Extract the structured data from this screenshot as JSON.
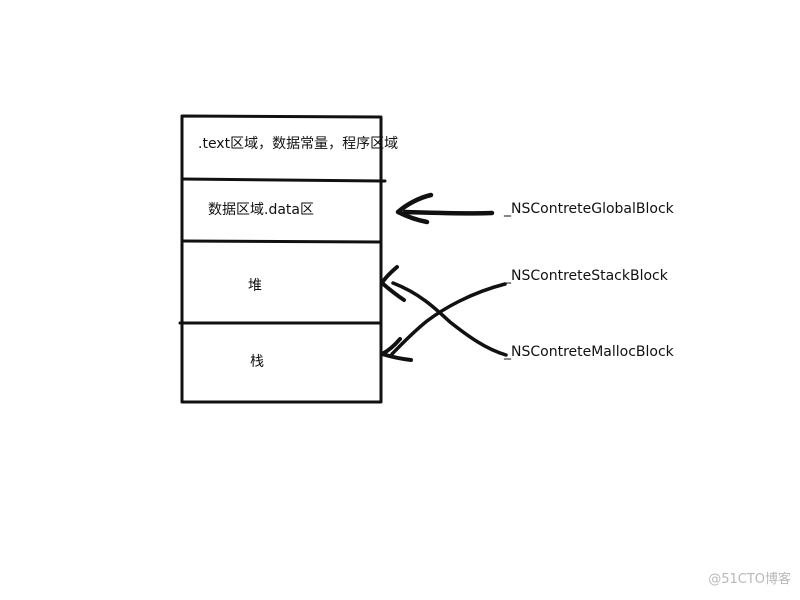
{
  "diagram": {
    "sections": {
      "text": ".text区域，数据常量，程序区域",
      "data": "数据区域.data区",
      "heap": "堆",
      "stack": "栈"
    },
    "blocks": {
      "global": "_NSContreteGlobalBlock",
      "stack": "_NSContreteStackBlock",
      "malloc": "_NSContreteMallocBlock"
    },
    "stroke_color": "#111111"
  },
  "watermark": {
    "text": "@51CTO博客"
  }
}
